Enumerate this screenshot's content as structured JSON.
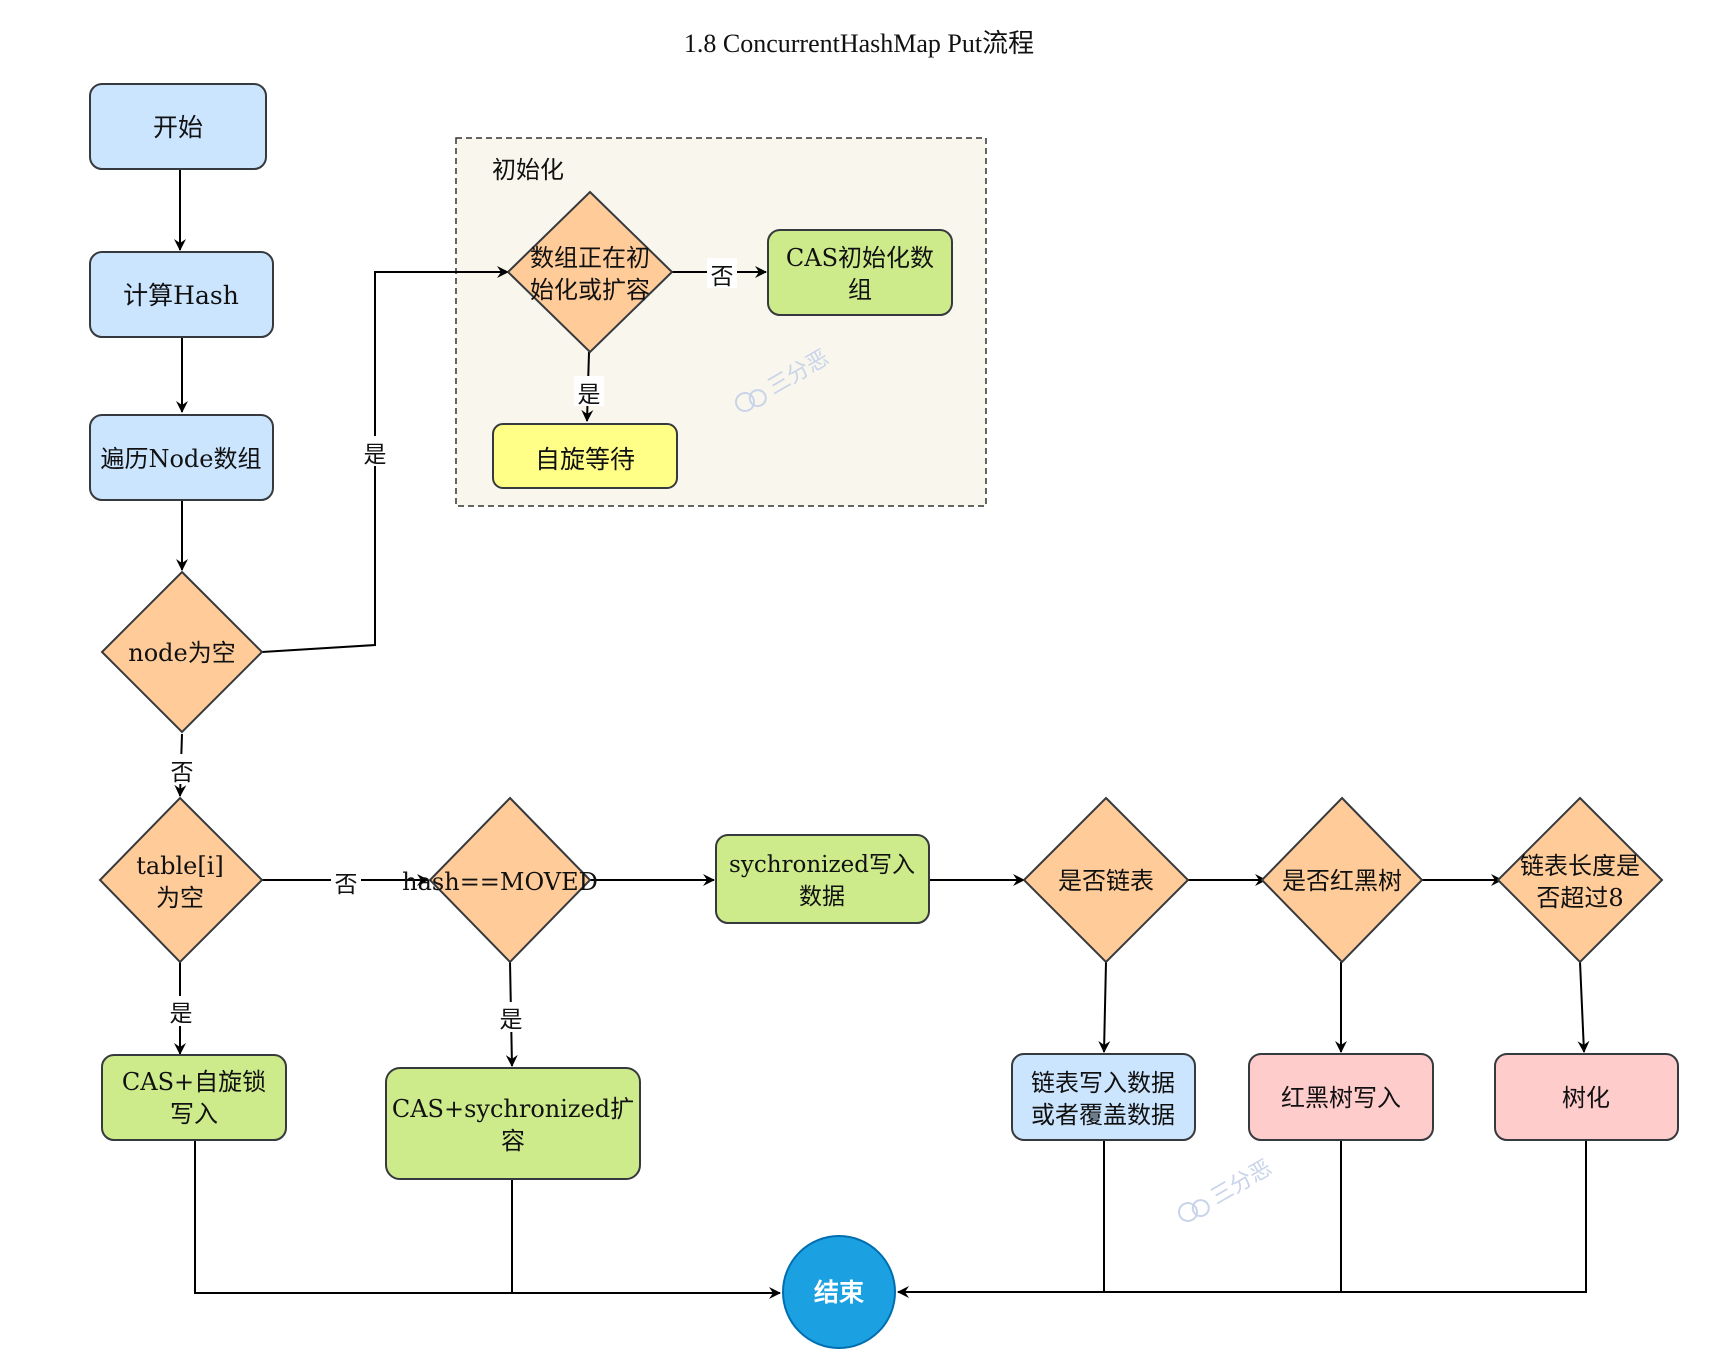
{
  "title": "1.8 ConcurrentHashMap Put流程",
  "group": {
    "label": "初始化"
  },
  "nodes": {
    "start": "开始",
    "calc_hash": "计算Hash",
    "traverse": "遍历Node数组",
    "node_empty": "node为空",
    "initializing_line1": "数组正在初",
    "initializing_line2": "始化或扩容",
    "cas_init_line1": "CAS初始化数",
    "cas_init_line2": "组",
    "spin_wait": "自旋等待",
    "table_empty_line1": "table[i]",
    "table_empty_line2": "为空",
    "hash_moved": "hash==MOVED",
    "sync_write_line1": "sychronized写入",
    "sync_write_line2": "数据",
    "is_list": "是否链表",
    "is_rbtree": "是否红黑树",
    "over8_line1": "链表长度是",
    "over8_line2": "否超过8",
    "cas_spin_line1": "CAS+自旋锁",
    "cas_spin_line2": "写入",
    "cas_sync_resize_line1": "CAS+sychronized扩",
    "cas_sync_resize_line2": "容",
    "list_write_line1": "链表写入数据",
    "list_write_line2": "或者覆盖数据",
    "rbtree_write": "红黑树写入",
    "treeify": "树化",
    "end": "结束"
  },
  "edge_labels": {
    "init_no": "否",
    "init_yes": "是",
    "node_empty_yes": "是",
    "node_empty_no": "否",
    "table_no": "否",
    "table_yes": "是",
    "moved_yes": "是"
  },
  "watermark": "三分恶",
  "colors": {
    "blue": "#cce5ff",
    "orange": "#ffcc99",
    "green": "#cdeb8b",
    "yellow": "#ffff88",
    "pink": "#ffcccc",
    "end_circle": "#1ba1e2",
    "group_bg": "#f9f7ed"
  }
}
